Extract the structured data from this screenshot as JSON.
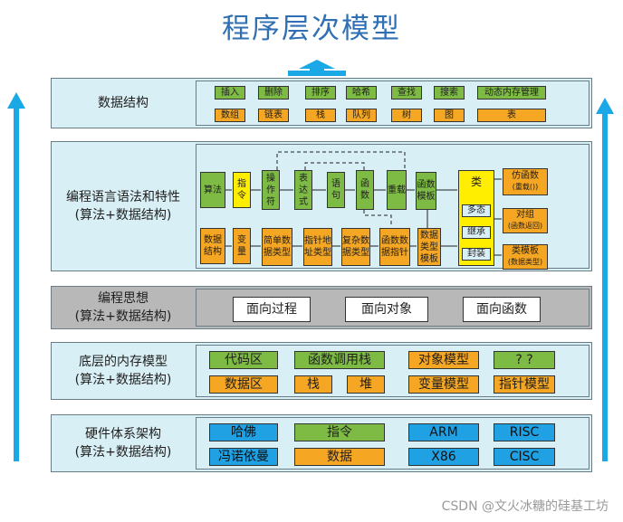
{
  "title": "程序层次模型",
  "layers": {
    "data_structure": {
      "label": "数据结构",
      "row1": [
        "插入",
        "删除",
        "排序",
        "哈希",
        "查找",
        "搜索",
        "动态内存管理"
      ],
      "row2": [
        "数组",
        "链表",
        "栈",
        "队列",
        "树",
        "图",
        "表"
      ]
    },
    "language": {
      "label": "编程语言语法和特性",
      "label2": "(算法+数据结构)",
      "top_chain": [
        "算法",
        "指令",
        "操作符",
        "表达式",
        "语句",
        "函数",
        "重载",
        "函数模板"
      ],
      "bottom_chain": [
        "数据结构",
        "变量",
        "简单数据类型",
        "指针地址类型",
        "复杂数据类型",
        "函数数据指针",
        "数据类型模板"
      ],
      "class_box": "类",
      "class_items": [
        "多态",
        "继承",
        "封装"
      ],
      "right": [
        "仿函数",
        "(重载())",
        "对组",
        "(函数返回)",
        "类模板",
        "(数据类型)"
      ]
    },
    "thinking": {
      "label": "编程思想",
      "label2": "(算法+数据结构)",
      "items": [
        "面向过程",
        "面向对象",
        "面向函数"
      ]
    },
    "memory": {
      "label": "底层的内存模型",
      "label2": "(算法+数据结构)",
      "row1": [
        "代码区",
        "函数调用栈",
        "对象模型",
        "? ?"
      ],
      "row2": [
        "数据区",
        "栈",
        "堆",
        "变量模型",
        "指针模型"
      ]
    },
    "hardware": {
      "label": "硬件体系架构",
      "label2": "(算法+数据结构)",
      "row1": [
        "哈佛",
        "指令",
        "ARM",
        "RISC"
      ],
      "row2": [
        "冯诺依曼",
        "数据",
        "X86",
        "CISC"
      ]
    }
  },
  "watermark": "CSDN @文火冰糖的硅基工坊",
  "colors": {
    "title": "#2f6fb3",
    "green": "#7dbb45",
    "orange": "#f5a623",
    "blue": "#1fa1e4",
    "yellow": "#ffee00",
    "arrow": "#1aa8e6",
    "panel": "#d8eff5"
  }
}
